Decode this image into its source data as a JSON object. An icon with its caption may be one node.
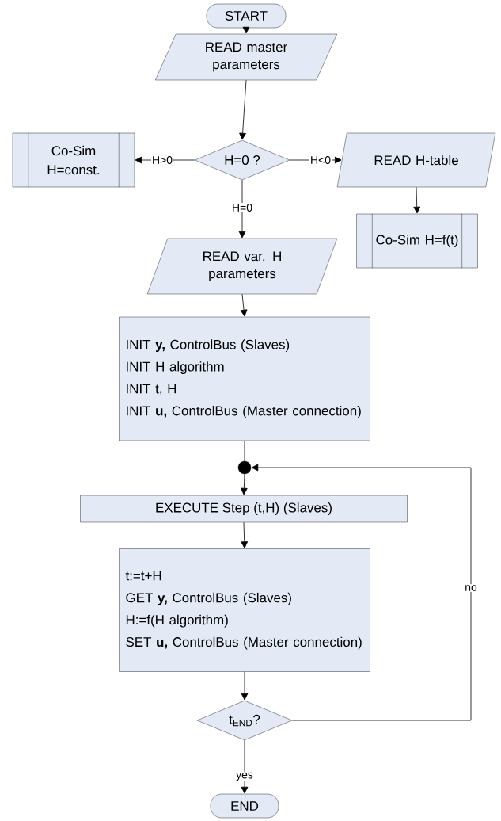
{
  "diagram": {
    "nodes": [
      {
        "text": [
          "START"
        ]
      },
      {
        "text": [
          "READ master parameters"
        ]
      },
      {
        "text": [
          "H=0 ?"
        ]
      },
      {
        "text": [
          "Co-Sim H=const."
        ]
      },
      {
        "text": [
          "READ H-table"
        ]
      },
      {
        "text": [
          "READ var. H parameters"
        ]
      },
      {
        "text": [
          "Co-Sim H=f(t)"
        ]
      },
      {
        "text": [
          "INIT **y,** ControlBus (Slaves)",
          "INIT H algorithm",
          "INIT t, H",
          "INIT **u,** ControlBus (Master connection)"
        ]
      },
      {
        "text": [],
        "shape": "circle"
      },
      {
        "text": [
          "EXECUTE Step (t,H) (Slaves)"
        ]
      },
      {
        "text": [
          "t:=t+H",
          "GET **y,** ControlBus (Slaves)",
          "H:=f(H algorithm)",
          "SET **u,** ControlBus (Master connection)"
        ]
      },
      {
        "text": [
          "t$_{END}$?"
        ]
      },
      {
        "text": [
          "END"
        ]
      }
    ],
    "edges": [
      {
        "from": 0,
        "to": 1,
        "arrow": "to"
      },
      {
        "from": 1,
        "to": 2,
        "arrow": "to"
      },
      {
        "from": 2,
        "to": 3,
        "arrow": "to",
        "label": "H>0"
      },
      {
        "from": 2,
        "to": 4,
        "arrow": "to",
        "label": "H<0"
      },
      {
        "from": 2,
        "to": 5,
        "arrow": "to",
        "label": "H=0"
      },
      {
        "from": 4,
        "to": 6,
        "arrow": "to"
      },
      {
        "from": 5,
        "to": 7,
        "arrow": "to"
      },
      {
        "from": 7,
        "to": 8,
        "arrow": "none"
      },
      {
        "from": 8,
        "to": 9,
        "arrow": "to"
      },
      {
        "from": 9,
        "to": 10,
        "arrow": "to"
      },
      {
        "from": 10,
        "to": 11,
        "arrow": "to"
      },
      {
        "from": 11,
        "to": 12,
        "arrow": "to",
        "label": "yes"
      },
      {
        "from": 11,
        "to": 8,
        "arrow": "to",
        "label": "no"
      }
    ]
  }
}
